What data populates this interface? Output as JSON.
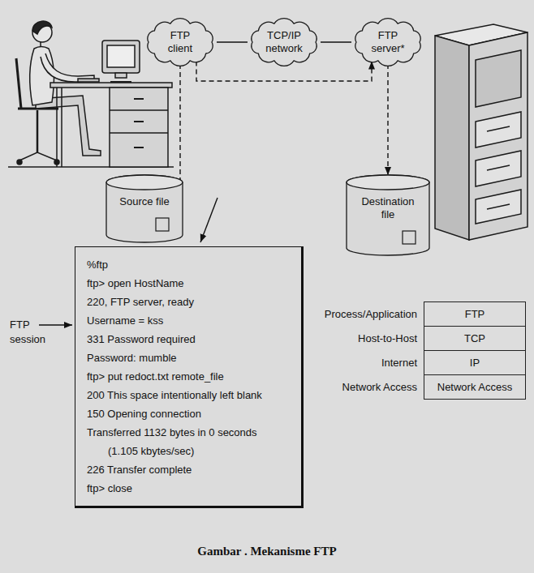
{
  "diagram": {
    "caption": "Gambar . Mekanisme FTP",
    "nodes": [
      {
        "text": [
          "FTP client"
        ]
      },
      {
        "text": [
          "TCP/IP network"
        ]
      },
      {
        "text": [
          "FTP server*"
        ]
      },
      {
        "text": [
          "Source file"
        ]
      },
      {
        "text": [
          "Destination file"
        ]
      },
      {
        "text": [
          "%ftp",
          "ftp> open HostName",
          "220, FTP server, ready",
          "Username = kss",
          "331 Password required",
          "Password: mumble",
          "ftp> put redoct.txt remote_file",
          "200 This space intentionally left blank",
          "150 Opening connection",
          "Transferred 1132 bytes in 0 seconds (1.105 kbytes/sec)",
          "226 Transfer complete",
          "ftp> close"
        ]
      },
      {
        "text": [
          "FTP"
        ]
      },
      {
        "text": [
          "TCP"
        ]
      },
      {
        "text": [
          "IP"
        ]
      },
      {
        "text": [
          "Network Access"
        ]
      }
    ],
    "edges": [
      {
        "from": 0,
        "to": 1,
        "arrow": "none"
      },
      {
        "from": 1,
        "to": 2,
        "arrow": "none"
      },
      {
        "from": 0,
        "to": 2,
        "arrow": "to"
      },
      {
        "from": 0,
        "to": 3,
        "arrow": "none"
      },
      {
        "from": 2,
        "to": 4,
        "arrow": "to"
      }
    ],
    "labels": [
      "FTP session",
      "Process/Application",
      "Host-to-Host",
      "Internet",
      "Network Access"
    ]
  }
}
